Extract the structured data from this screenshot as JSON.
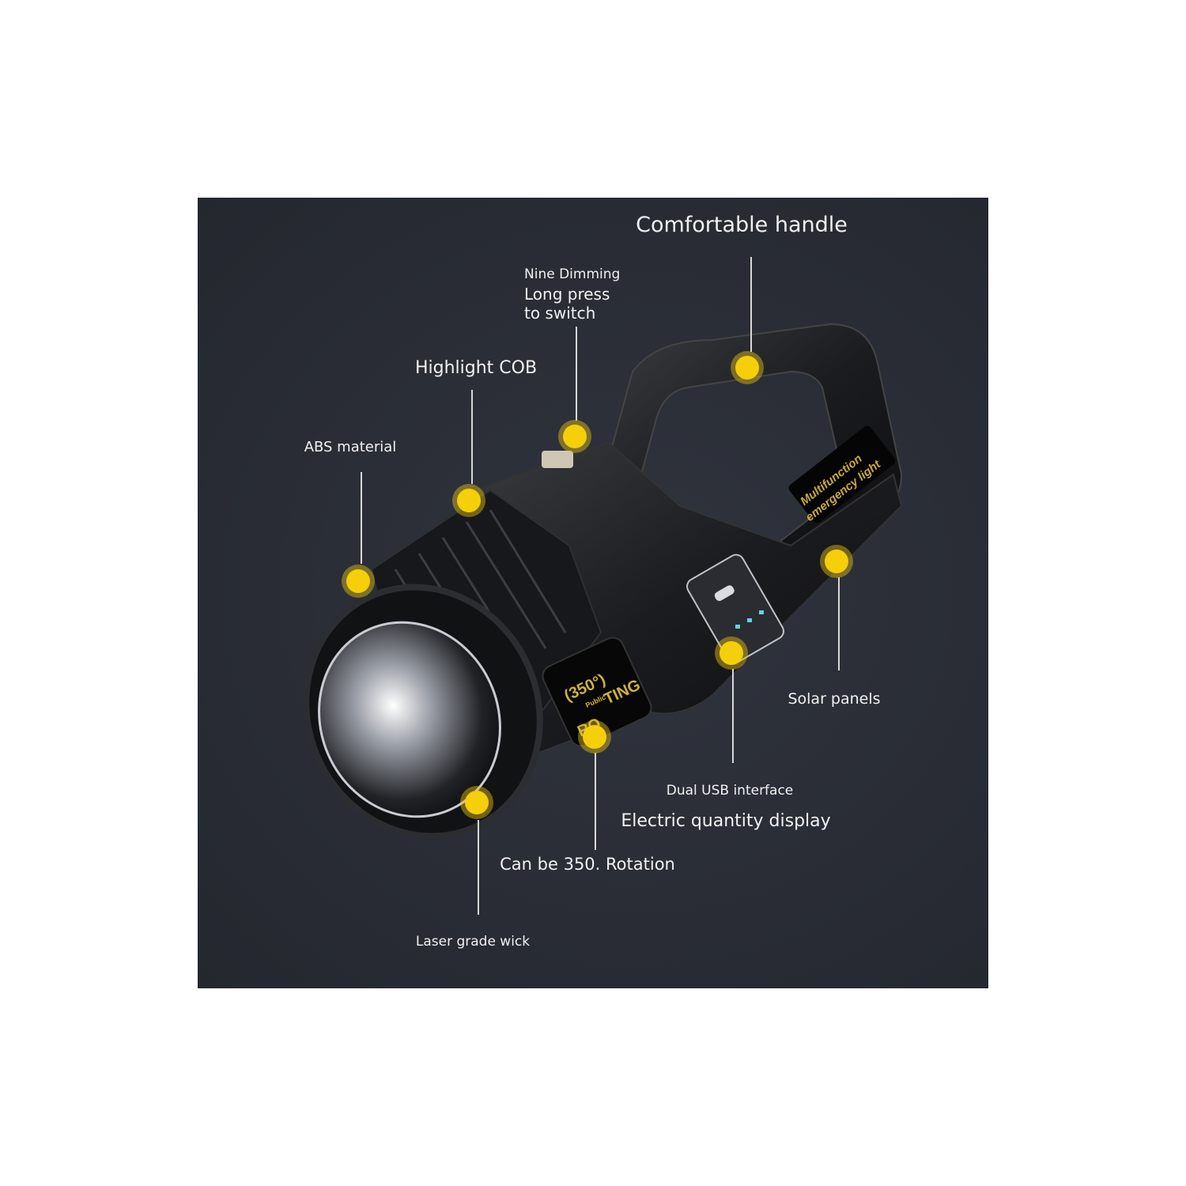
{
  "product": {
    "handle_text": [
      "Multifunction",
      "emergency light"
    ],
    "rotation_badge": [
      "(350°)",
      "Public",
      "RO",
      "TING"
    ]
  },
  "labels": {
    "comfortable_handle": "Comfortable handle",
    "nine_dimming": "Nine Dimming",
    "long_press": "Long press",
    "to_switch": "to switch",
    "highlight_cob": "Highlight COB",
    "abs_material": "ABS material",
    "solar_panels": "Solar panels",
    "dual_usb": "Dual USB interface",
    "electric_quantity": "Electric quantity display",
    "rotation": "Can be 350. Rotation",
    "laser_wick": "Laser grade wick"
  },
  "colors": {
    "background": "#282b33",
    "marker": "#f5cf0a",
    "product_text": "#c9a93a"
  }
}
